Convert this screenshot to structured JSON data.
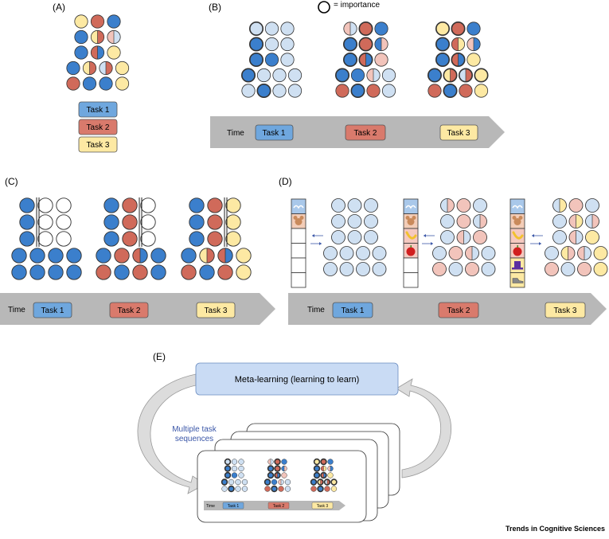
{
  "colors": {
    "task1": "#3b7fcc",
    "task1_light": "#cfe0f2",
    "task2": "#d06a5a",
    "task2_light": "#f2c4bb",
    "task3": "#fde9a3",
    "task1_box": "#6fa7de",
    "task2_box": "#d97a6c",
    "task3_box": "#fde9a3",
    "arrow": "#b8b8b8",
    "meta_box": "#c9dbf4",
    "annotation": "#3b57a8"
  },
  "panels": {
    "A": {
      "label": "(A)"
    },
    "B": {
      "label": "(B)",
      "legend_text": "= importance"
    },
    "C": {
      "label": "(C)"
    },
    "D": {
      "label": "(D)"
    },
    "E": {
      "label": "(E)",
      "meta_label": "Meta-learning (learning to learn)",
      "multi_label_1": "Multiple task",
      "multi_label_2": "sequences"
    }
  },
  "tasks": {
    "t1": "Task 1",
    "t2": "Task 2",
    "t3": "Task 3"
  },
  "timeline": {
    "label": "Time"
  },
  "footer": {
    "credit": "Trends in Cognitive Sciences"
  }
}
